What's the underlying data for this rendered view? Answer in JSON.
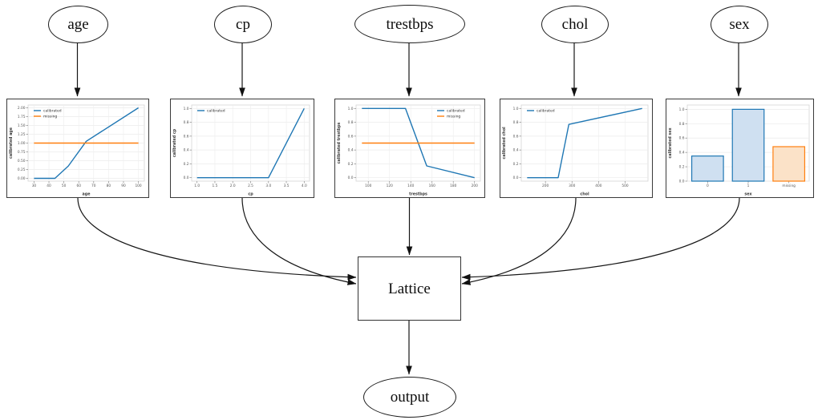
{
  "nodes": {
    "age": "age",
    "cp": "cp",
    "trestbps": "trestbps",
    "chol": "chol",
    "sex": "sex",
    "lattice": "Lattice",
    "output": "output"
  },
  "colors": {
    "calibrated": "#1f77b4",
    "missing": "#ff7f0e"
  },
  "chart_data": [
    {
      "type": "line",
      "xlabel": "age",
      "ylabel": "calibrated age",
      "xlim": [
        26,
        104
      ],
      "ylim": [
        -0.08,
        2.08
      ],
      "xticks": [
        30,
        40,
        50,
        60,
        70,
        80,
        90,
        100
      ],
      "xtick_labels": [
        "30",
        "40",
        "50",
        "60",
        "70",
        "80",
        "90",
        "100"
      ],
      "yticks": [
        0.0,
        0.25,
        0.5,
        0.75,
        1.0,
        1.25,
        1.5,
        1.75,
        2.0
      ],
      "ytick_labels": [
        "0.00",
        "0.25",
        "0.50",
        "0.75",
        "1.00",
        "1.25",
        "1.50",
        "1.75",
        "2.00"
      ],
      "legend": {
        "loc": "upper-left",
        "entries": [
          [
            "calibrated",
            "#1f77b4"
          ],
          [
            "missing",
            "#ff7f0e"
          ]
        ]
      },
      "series": [
        {
          "name": "calibrated",
          "color": "#1f77b4",
          "x": [
            30,
            44,
            53,
            65,
            100
          ],
          "y": [
            0.0,
            0.0,
            0.35,
            1.05,
            2.0
          ]
        },
        {
          "name": "missing",
          "color": "#ff7f0e",
          "x": [
            30,
            100
          ],
          "y": [
            1.0,
            1.0
          ]
        }
      ]
    },
    {
      "type": "line",
      "xlabel": "cp",
      "ylabel": "calibrated cp",
      "xlim": [
        0.85,
        4.15
      ],
      "ylim": [
        -0.05,
        1.05
      ],
      "xticks": [
        1.0,
        1.5,
        2.0,
        2.5,
        3.0,
        3.5,
        4.0
      ],
      "xtick_labels": [
        "1.0",
        "1.5",
        "2.0",
        "2.5",
        "3.0",
        "3.5",
        "4.0"
      ],
      "yticks": [
        0.0,
        0.2,
        0.4,
        0.6,
        0.8,
        1.0
      ],
      "ytick_labels": [
        "0.0",
        "0.2",
        "0.4",
        "0.6",
        "0.8",
        "1.0"
      ],
      "legend": {
        "loc": "upper-left",
        "entries": [
          [
            "calibrated",
            "#1f77b4"
          ]
        ]
      },
      "series": [
        {
          "name": "calibrated",
          "color": "#1f77b4",
          "x": [
            1.0,
            3.0,
            4.0
          ],
          "y": [
            0.0,
            0.0,
            1.0
          ]
        }
      ]
    },
    {
      "type": "line",
      "xlabel": "trestbps",
      "ylabel": "calibrated trestbps",
      "xlim": [
        88.5,
        205.5
      ],
      "ylim": [
        -0.05,
        1.05
      ],
      "xticks": [
        100,
        120,
        140,
        160,
        180,
        200
      ],
      "xtick_labels": [
        "100",
        "120",
        "140",
        "160",
        "180",
        "200"
      ],
      "yticks": [
        0.0,
        0.2,
        0.4,
        0.6,
        0.8,
        1.0
      ],
      "ytick_labels": [
        "0.0",
        "0.2",
        "0.4",
        "0.6",
        "0.8",
        "1.0"
      ],
      "legend": {
        "loc": "upper-right",
        "entries": [
          [
            "calibrated",
            "#1f77b4"
          ],
          [
            "missing",
            "#ff7f0e"
          ]
        ]
      },
      "series": [
        {
          "name": "calibrated",
          "color": "#1f77b4",
          "x": [
            94,
            135,
            155,
            200
          ],
          "y": [
            1.0,
            1.0,
            0.17,
            0.0
          ]
        },
        {
          "name": "missing",
          "color": "#ff7f0e",
          "x": [
            94,
            200
          ],
          "y": [
            0.5,
            0.5
          ]
        }
      ]
    },
    {
      "type": "line",
      "xlabel": "chol",
      "ylabel": "calibrated chol",
      "xlim": [
        109,
        586
      ],
      "ylim": [
        -0.05,
        1.05
      ],
      "xticks": [
        200,
        300,
        400,
        500
      ],
      "xtick_labels": [
        "200",
        "300",
        "400",
        "500"
      ],
      "yticks": [
        0.0,
        0.2,
        0.4,
        0.6,
        0.8,
        1.0
      ],
      "ytick_labels": [
        "0.0",
        "0.2",
        "0.4",
        "0.6",
        "0.8",
        "1.0"
      ],
      "legend": {
        "loc": "upper-left",
        "entries": [
          [
            "calibrated",
            "#1f77b4"
          ]
        ]
      },
      "series": [
        {
          "name": "calibrated",
          "color": "#1f77b4",
          "x": [
            131,
            248,
            288,
            564
          ],
          "y": [
            0.0,
            0.0,
            0.77,
            1.0
          ]
        }
      ]
    },
    {
      "type": "bar",
      "xlabel": "sex",
      "ylabel": "calibrated sex",
      "ylim": [
        0,
        1.06
      ],
      "categories": [
        "0",
        "1",
        "missing"
      ],
      "values": [
        0.35,
        1.0,
        0.48
      ],
      "bar_fills": [
        "#cfe0f1",
        "#cfe0f1",
        "#fbe2c8"
      ],
      "bar_edges": [
        "#1f77b4",
        "#1f77b4",
        "#ff7f0e"
      ],
      "yticks": [
        0.0,
        0.2,
        0.4,
        0.6,
        0.8,
        1.0
      ],
      "ytick_labels": [
        "0.0",
        "0.2",
        "0.4",
        "0.6",
        "0.8",
        "1.0"
      ]
    }
  ]
}
